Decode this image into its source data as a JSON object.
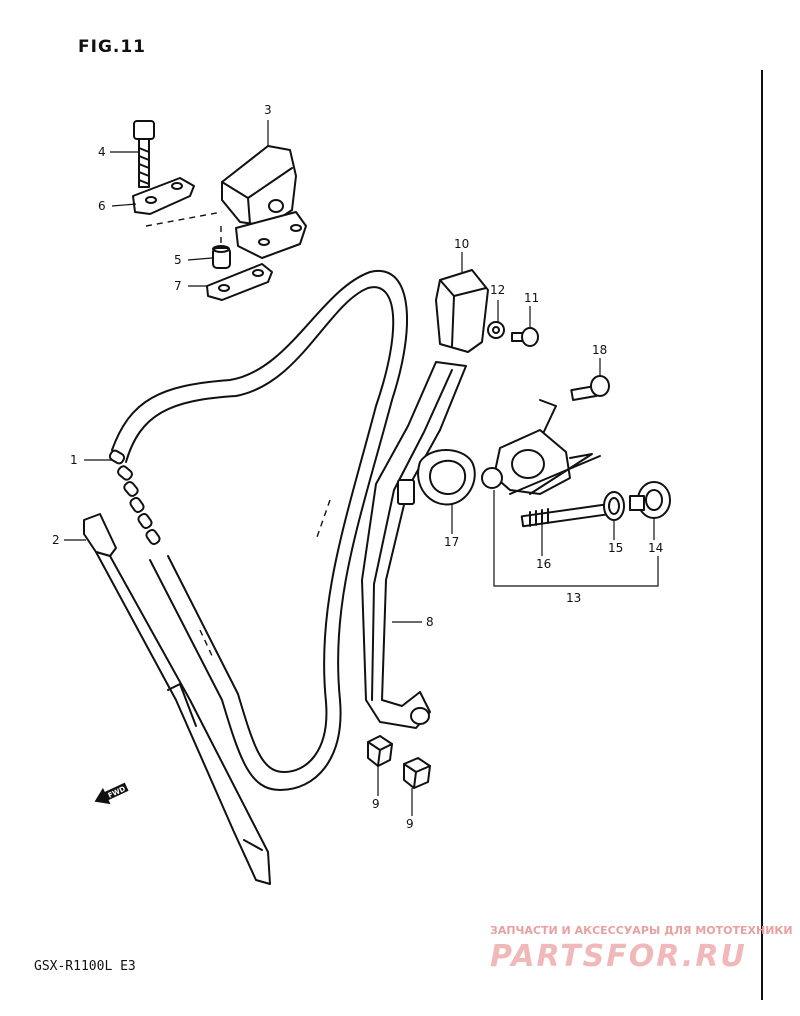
{
  "figure": {
    "title": "FIG.11",
    "model": "GSX-R1100L E3"
  },
  "direction_marker": {
    "text": "FWD",
    "icon": "forward-arrow-icon"
  },
  "callouts": [
    "1",
    "2",
    "3",
    "4",
    "5",
    "6",
    "7",
    "8",
    "9",
    "9",
    "10",
    "11",
    "12",
    "13",
    "14",
    "15",
    "16",
    "17",
    "18"
  ],
  "watermark": {
    "tagline": "ЗАПЧАСТИ И АКСЕССУАРЫ ДЛЯ МОТОТЕХНИКИ",
    "brand": "PARTSFOR.RU",
    "color": "#f0b8b8"
  }
}
